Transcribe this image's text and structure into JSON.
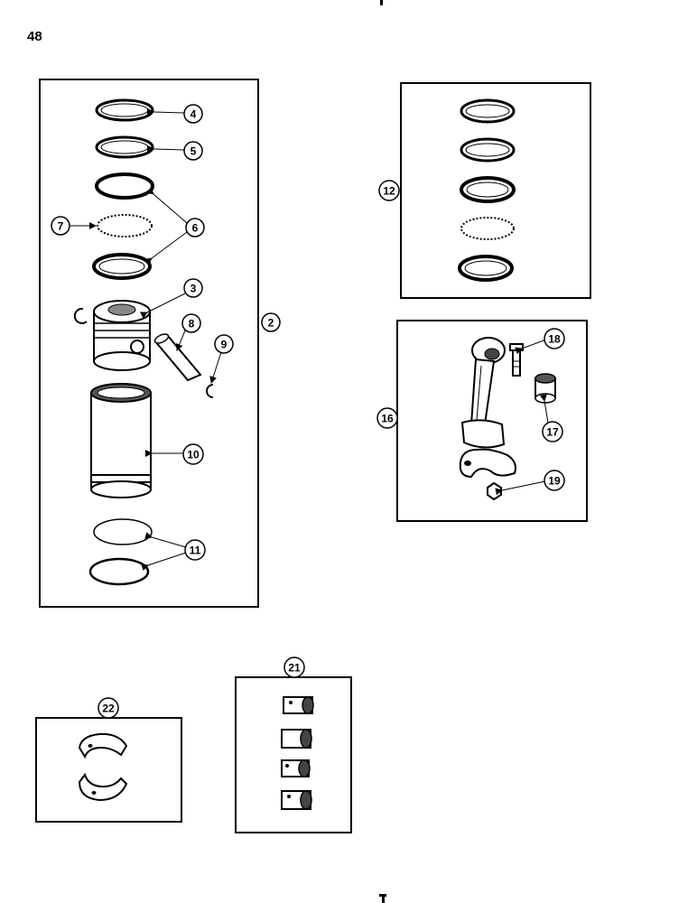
{
  "page": {
    "number": "48"
  },
  "callouts": {
    "c2": "2",
    "c3": "3",
    "c4": "4",
    "c5": "5",
    "c6": "6",
    "c7": "7",
    "c8": "8",
    "c9": "9",
    "c10": "10",
    "c11": "11",
    "c12": "12",
    "c16": "16",
    "c17": "17",
    "c18": "18",
    "c19": "19",
    "c21": "21",
    "c22": "22"
  }
}
